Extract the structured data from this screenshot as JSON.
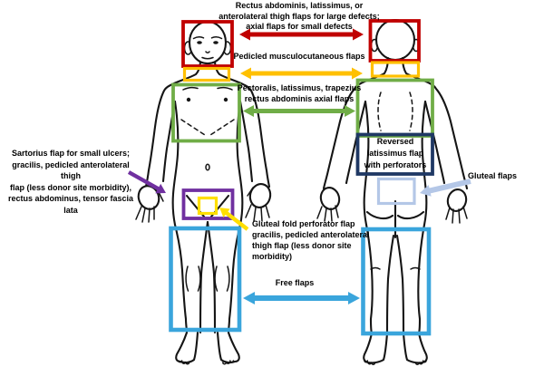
{
  "colors": {
    "red": "#c00000",
    "orange": "#ffc000",
    "green": "#70ad47",
    "purple": "#7030a0",
    "yellow": "#ffdf00",
    "navy": "#1f3864",
    "lightblue": "#b4c7e7",
    "blue": "#3aa5dc",
    "ink": "#151515"
  },
  "annotations": {
    "large_small_defects": {
      "lines": [
        "Rectus abdominis, latissimus, or",
        "anterolateral thigh flaps for large defects;",
        "axial flaps for small defects"
      ],
      "arrow_color": "red"
    },
    "pedicled": {
      "lines": [
        "Pedicled musculocutaneous flaps"
      ],
      "arrow_color": "orange"
    },
    "pectoralis": {
      "lines": [
        "Pectoralis, latissimus, trapezius",
        "rectus abdominis axial flaps"
      ],
      "arrow_color": "green"
    },
    "sartorius": {
      "lines": [
        "Sartorius flap for small ulcers;",
        "gracilis, pedicled anterolateral thigh",
        "flap (less donor site morbidity),",
        "rectus abdominus, tensor fascia lata"
      ],
      "arrow_color": "purple"
    },
    "reversed_latissimus": {
      "lines": [
        "Reversed",
        "latissimus flap",
        "with perforators"
      ],
      "arrow_color": "navy"
    },
    "gluteal": {
      "lines": [
        "Gluteal flaps"
      ],
      "arrow_color": "lightblue"
    },
    "gluteal_fold": {
      "lines": [
        "Gluteal fold perforator flap",
        "gracilis, pedicled anterolateral",
        "thigh flap (less donor site",
        "morbidity)"
      ],
      "arrow_color": "yellow"
    },
    "free_flaps": {
      "lines": [
        "Free flaps"
      ],
      "arrow_color": "blue"
    }
  }
}
